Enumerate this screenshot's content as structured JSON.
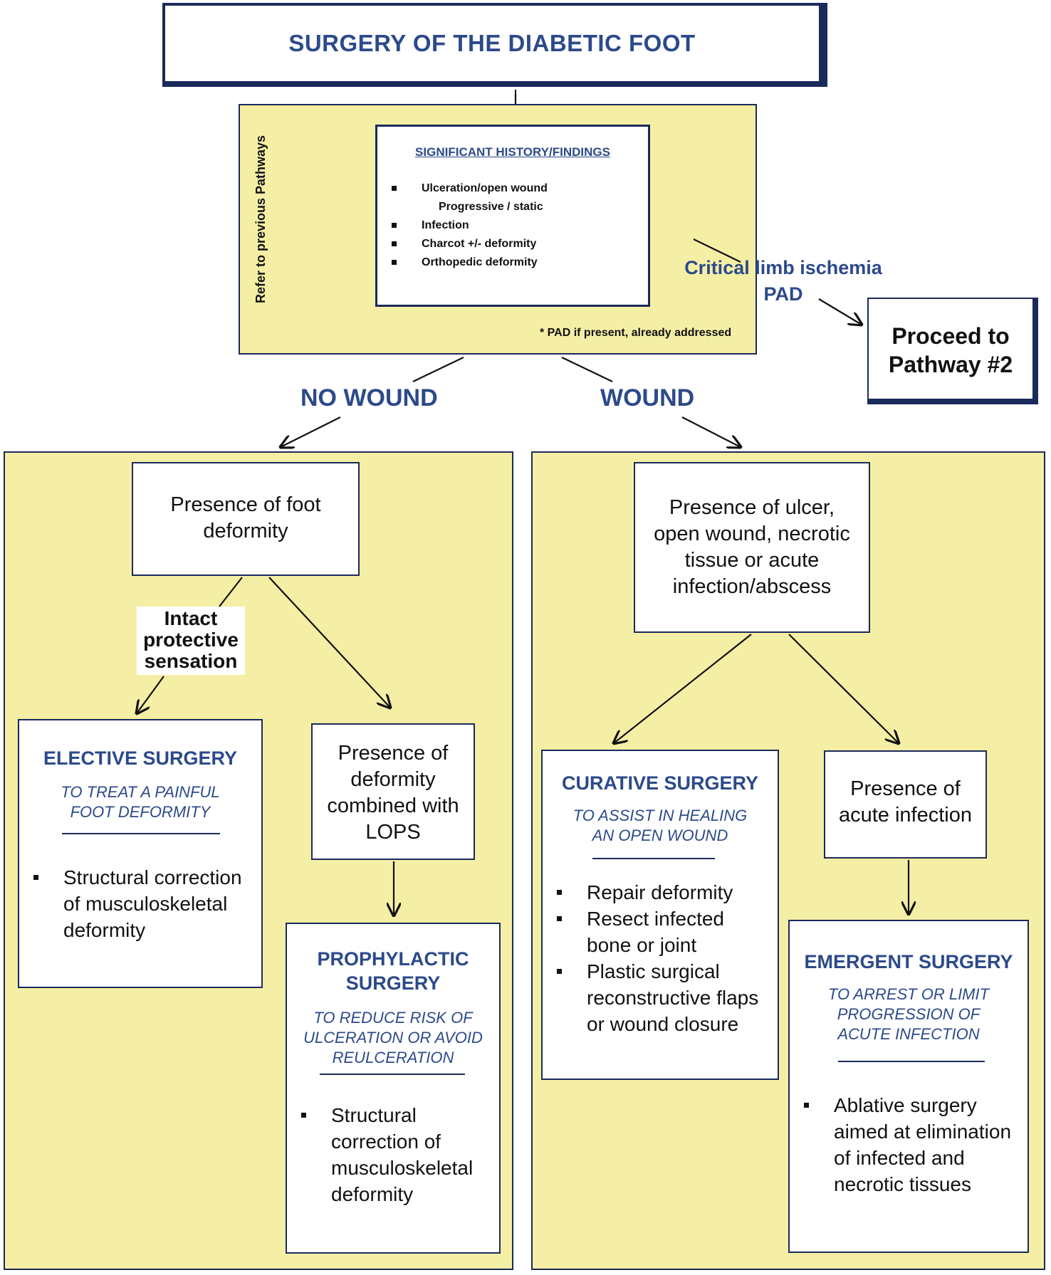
{
  "title": "SURGERY OF THE DIABETIC FOOT",
  "history": {
    "side_label": "Refer to previous Pathways",
    "heading": "SIGNIFICANT HISTORY/FINDINGS",
    "items": [
      "Ulceration/open wound",
      "Infection",
      "Charcot +/- deformity",
      "Orthopedic deformity"
    ],
    "sub_item": "Progressive / static",
    "footnote": "* PAD if present, already addressed"
  },
  "ischemia": {
    "line1": "Critical limb ischemia",
    "line2": "PAD",
    "proceed_line1": "Proceed to",
    "proceed_line2": "Pathway #2"
  },
  "branches": {
    "no_wound": "NO WOUND",
    "wound": "WOUND"
  },
  "left_panel": {
    "deformity_box": "Presence of foot deformity",
    "intact_label": "Intact protective sensation",
    "lops_box": "Presence of deformity combined with LOPS",
    "elective": {
      "title": "ELECTIVE SURGERY",
      "subtitle": "TO TREAT A PAINFUL FOOT DEFORMITY",
      "bullets": [
        "Structural correction of musculoskeletal deformity"
      ]
    },
    "prophylactic": {
      "title": "PROPHYLACTIC SURGERY",
      "subtitle": "TO REDUCE RISK OF ULCERATION OR AVOID REULCERATION",
      "bullets": [
        "Structural correction of musculoskeletal deformity"
      ]
    }
  },
  "right_panel": {
    "ulcer_box": "Presence of ulcer, open wound, necrotic tissue or acute infection/abscess",
    "infection_box": "Presence of acute infection",
    "curative": {
      "title": "CURATIVE SURGERY",
      "subtitle": "TO ASSIST IN HEALING AN OPEN WOUND",
      "bullets": [
        "Repair deformity",
        "Resect infected bone or joint",
        "Plastic surgical reconstructive flaps or wound closure"
      ]
    },
    "emergent": {
      "title": "EMERGENT SURGERY",
      "subtitle": "TO ARREST OR LIMIT PROGRESSION OF ACUTE INFECTION",
      "bullets": [
        "Ablative surgery aimed at elimination of infected and necrotic tissues"
      ]
    }
  },
  "colors": {
    "navy": "#2c4a8a",
    "border": "#1a2a5a",
    "panel_yellow": "#f5efa6"
  }
}
